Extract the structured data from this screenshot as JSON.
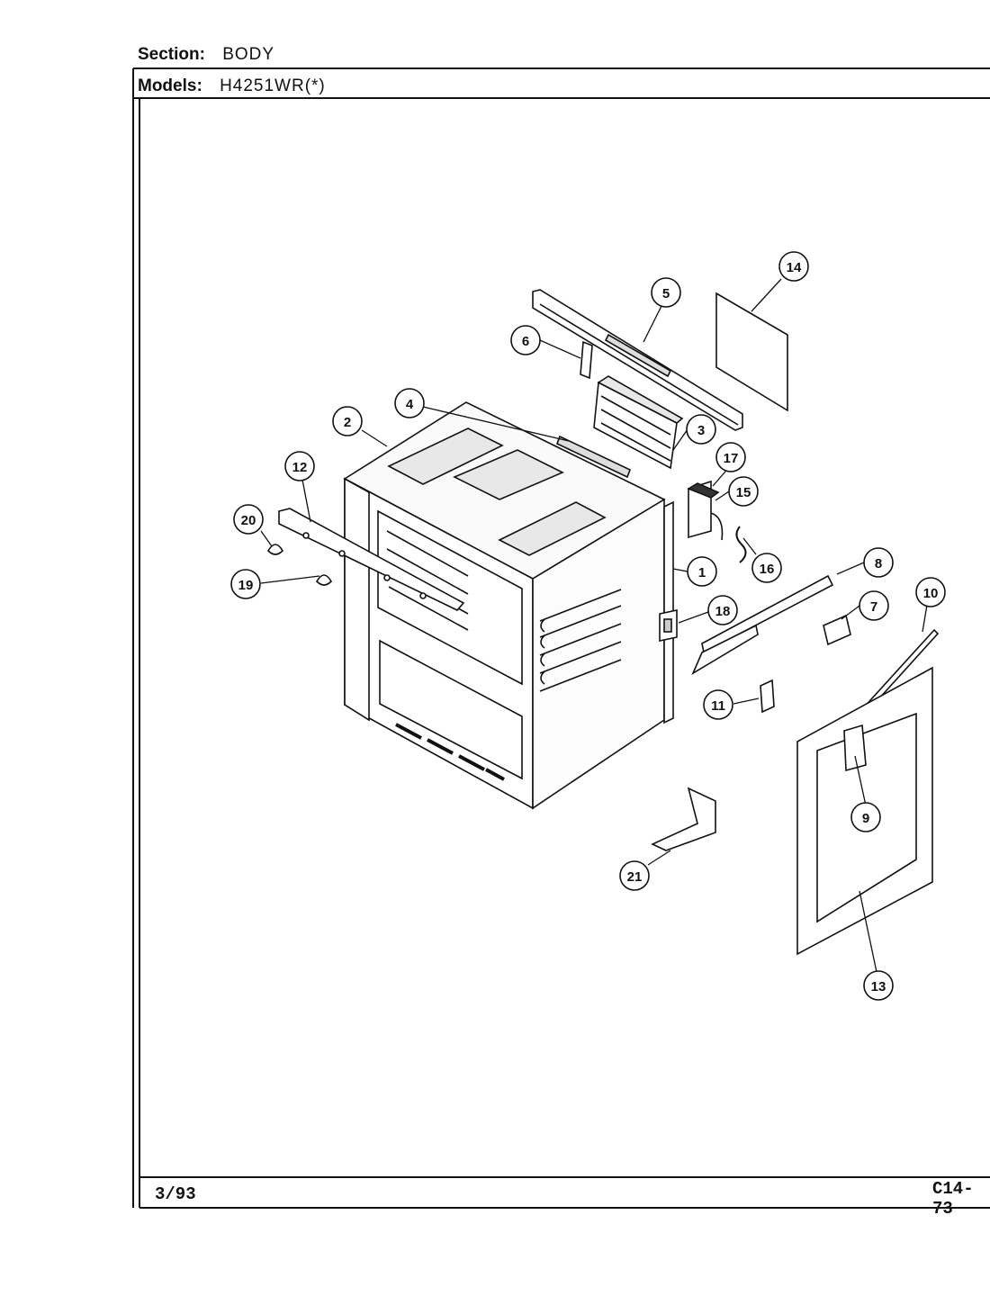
{
  "header": {
    "section_label": "Section:",
    "section_value": "BODY",
    "models_label": "Models:",
    "models_value": "H4251WR(*)"
  },
  "footer": {
    "date": "3/93",
    "code": "C14-73"
  },
  "callouts": [
    {
      "id": "1",
      "label": "1"
    },
    {
      "id": "2",
      "label": "2"
    },
    {
      "id": "3",
      "label": "3"
    },
    {
      "id": "4",
      "label": "4"
    },
    {
      "id": "5",
      "label": "5"
    },
    {
      "id": "6",
      "label": "6"
    },
    {
      "id": "7",
      "label": "7"
    },
    {
      "id": "8",
      "label": "8"
    },
    {
      "id": "9",
      "label": "9"
    },
    {
      "id": "10",
      "label": "10"
    },
    {
      "id": "11",
      "label": "11"
    },
    {
      "id": "12",
      "label": "12"
    },
    {
      "id": "13",
      "label": "13"
    },
    {
      "id": "14",
      "label": "14"
    },
    {
      "id": "15",
      "label": "15"
    },
    {
      "id": "16",
      "label": "16"
    },
    {
      "id": "17",
      "label": "17"
    },
    {
      "id": "18",
      "label": "18"
    },
    {
      "id": "19",
      "label": "19"
    },
    {
      "id": "20",
      "label": "20"
    },
    {
      "id": "21",
      "label": "21"
    }
  ]
}
